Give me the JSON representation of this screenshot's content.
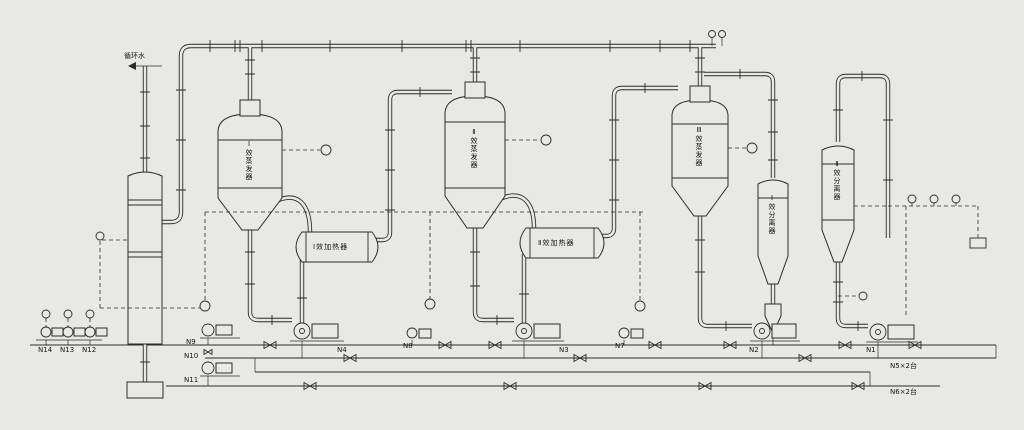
{
  "diagram": {
    "type": "process-and-instrumentation-diagram",
    "colors": {
      "background": "#e8e8e6",
      "line": "#2b2b2b"
    },
    "streams": {
      "circulating_water": "循环水"
    },
    "equipment": {
      "evaporator_1": "Ⅰ效蒸发器",
      "evaporator_2": "Ⅱ效蒸发器",
      "evaporator_3": "Ⅲ效蒸发器",
      "heater_1": "Ⅰ效加热器",
      "heater_2": "Ⅱ效加热器",
      "separator_1": "Ⅰ效分离器",
      "separator_2": "Ⅱ效分离器"
    },
    "pump_tags": {
      "n1": "N1",
      "n2": "N2",
      "n3": "N3",
      "n4": "N4",
      "n5": "N5×2台",
      "n6": "N6×2台",
      "n7": "N7",
      "n8": "N8",
      "n9": "N9",
      "n10": "N10",
      "n11": "N11",
      "n12": "N12",
      "n13": "N13",
      "n14": "N14"
    }
  }
}
